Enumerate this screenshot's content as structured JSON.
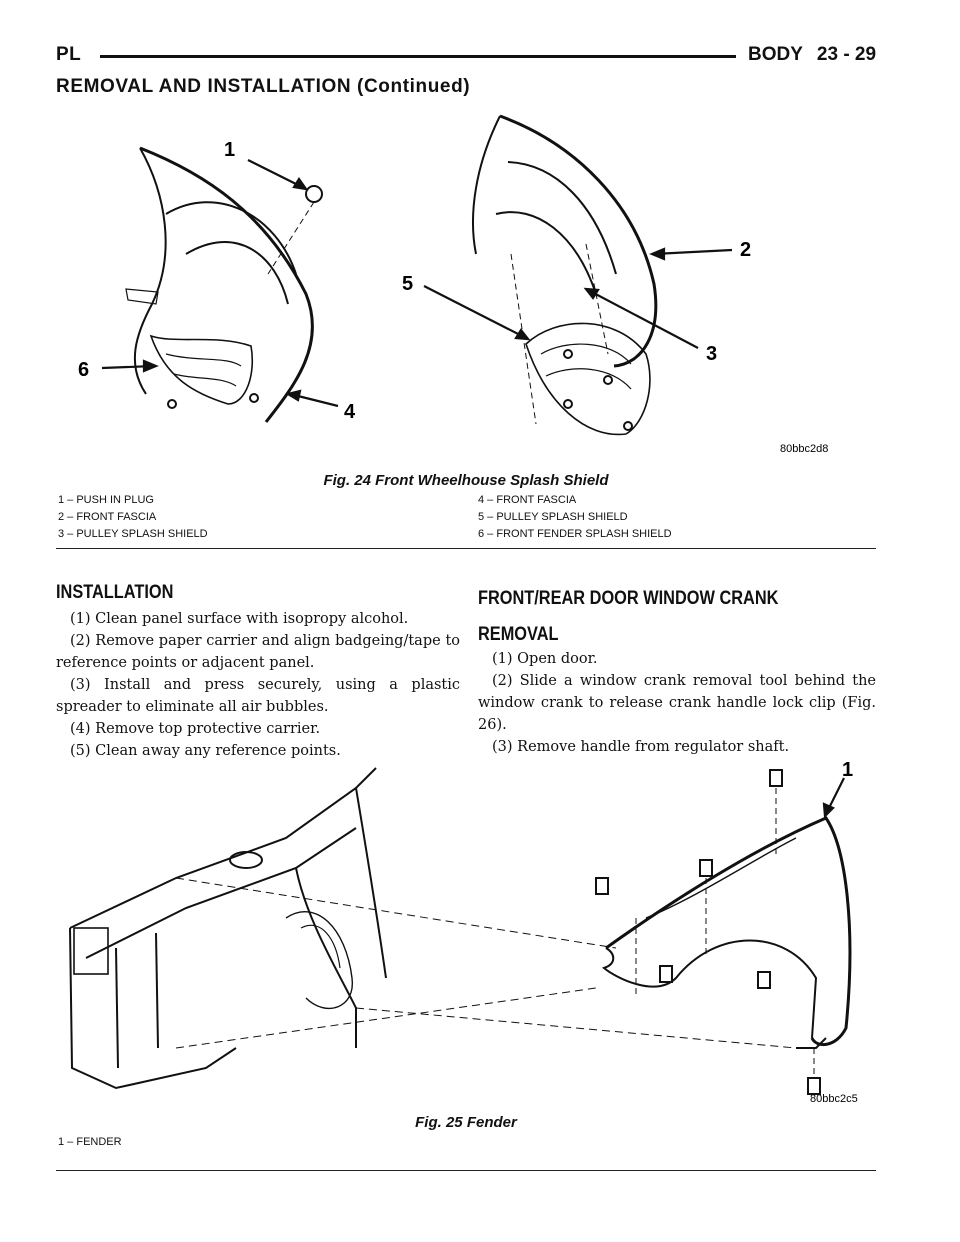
{
  "header": {
    "left": "PL",
    "section": "BODY",
    "page": "23 - 29"
  },
  "continued": "REMOVAL AND INSTALLATION (Continued)",
  "figure24": {
    "code": "80bbc2d8",
    "caption": "Fig. 24 Front Wheelhouse Splash Shield",
    "callouts": [
      "1",
      "2",
      "3",
      "4",
      "5",
      "6"
    ],
    "legend": [
      "1 – PUSH IN PLUG",
      "2 – FRONT FASCIA",
      "3 – PULLEY SPLASH SHIELD",
      "4 – FRONT FASCIA",
      "5 – PULLEY SPLASH SHIELD",
      "6 – FRONT FENDER SPLASH SHIELD"
    ]
  },
  "installation": {
    "heading": "INSTALLATION",
    "steps": [
      "(1) Clean panel surface with isopropy alcohol.",
      "(2) Remove paper carrier and align badgeing/tape to reference points or adjacent panel.",
      "(3) Install and press securely, using a plastic spreader to eliminate all air bubbles.",
      "(4) Remove top protective carrier.",
      "(5) Clean away any reference points."
    ]
  },
  "window_crank": {
    "heading": "FRONT/REAR DOOR WINDOW CRANK",
    "subheading": "REMOVAL",
    "steps": [
      "(1) Open door.",
      "(2) Slide a window crank removal tool behind the window crank to release crank handle lock clip (Fig. 26).",
      "(3) Remove handle from regulator shaft."
    ]
  },
  "figure25": {
    "code": "80bbc2c5",
    "caption": "Fig. 25 Fender",
    "callouts": [
      "1"
    ],
    "legend": [
      "1 – FENDER"
    ]
  }
}
